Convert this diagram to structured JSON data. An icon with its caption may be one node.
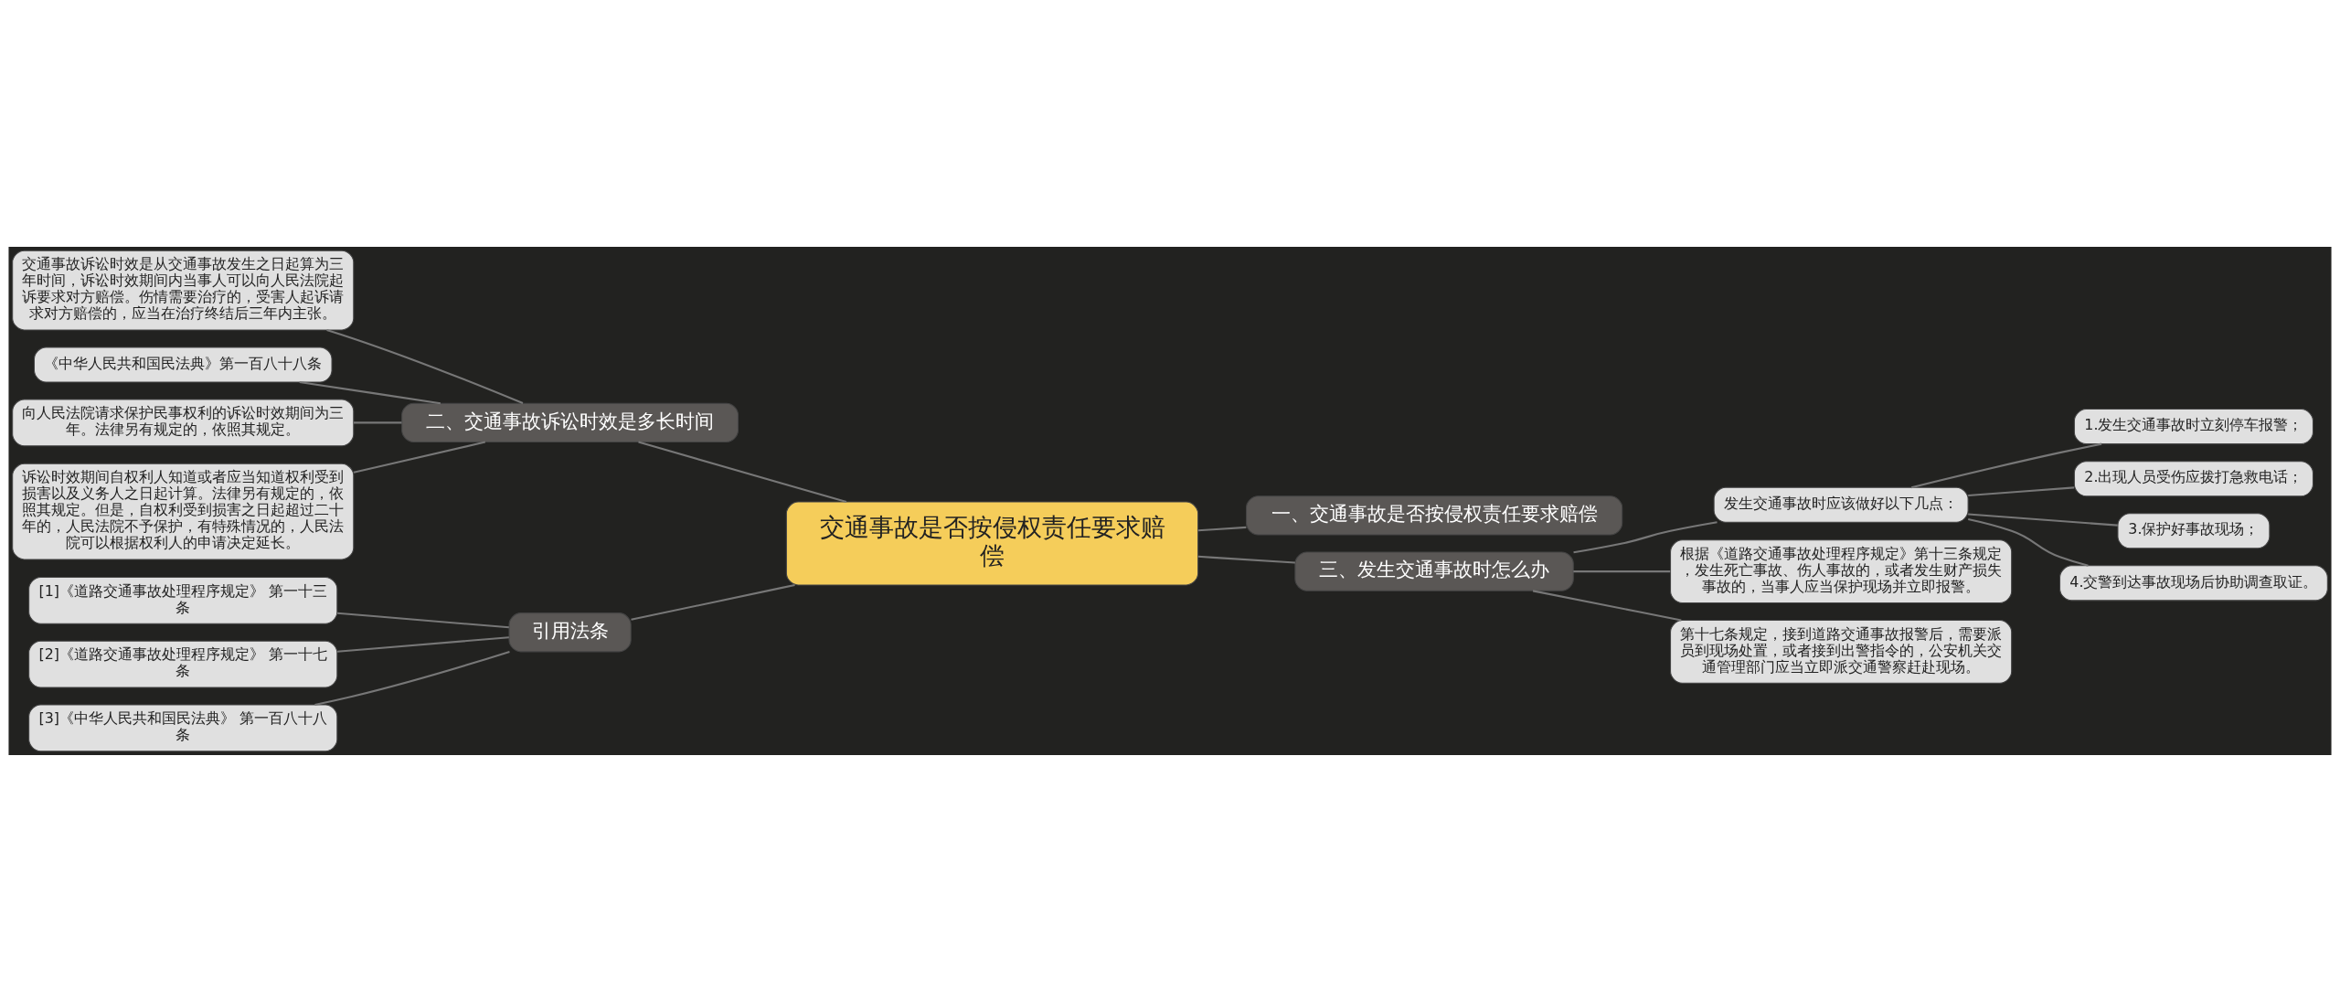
{
  "diagram": {
    "nodes": [
      {
        "text": [
          "交通事故是否按侵权责任要求赔偿"
        ]
      },
      {
        "text": [
          "二、交通事故诉讼时效是多长时间"
        ]
      },
      {
        "text": [
          "交通事故诉讼时效是从交通事故发生之日起算为三年时间，诉讼时效期间内当事人可以向人民法院起诉要求对方赔偿。伤情需要治疗的，受害人起诉请求对方赔偿的，应当在治疗终结后三年内主张。"
        ]
      },
      {
        "text": [
          "《中华人民共和国民法典》第一百八十八条"
        ]
      },
      {
        "text": [
          "向人民法院请求保护民事权利的诉讼时效期间为三年。法律另有规定的，依照其规定。"
        ]
      },
      {
        "text": [
          "诉讼时效期间自权利人知道或者应当知道权利受到损害以及义务人之日起计算。法律另有规定的，依照其规定。但是，自权利受到损害之日起超过二十年的，人民法院不予保护，有特殊情况的，人民法院可以根据权利人的申请决定延长。"
        ]
      },
      {
        "text": [
          "一、交通事故是否按侵权责任要求赔偿"
        ]
      },
      {
        "text": [
          "引用法条"
        ]
      },
      {
        "text": [
          "[1]《道路交通事故处理程序规定》 第一十三条"
        ]
      },
      {
        "text": [
          "[2]《道路交通事故处理程序规定》 第一十七条"
        ]
      },
      {
        "text": [
          "[3]《中华人民共和国民法典》 第一百八十八条"
        ]
      },
      {
        "text": [
          "三、发生交通事故时怎么办"
        ]
      },
      {
        "text": [
          "发生交通事故时应该做好以下几点："
        ]
      },
      {
        "text": [
          "1.发生交通事故时立刻停车报警；"
        ]
      },
      {
        "text": [
          "2.出现人员受伤应拨打急救电话；"
        ]
      },
      {
        "text": [
          "3.保护好事故现场；"
        ]
      },
      {
        "text": [
          "4.交警到达事故现场后协助调查取证。"
        ]
      },
      {
        "text": [
          "根据《道路交通事故处理程序规定》第十三条规定，发生死亡事故、伤人事故的，或者发生财产损失事故的，当事人应当保护现场并立即报警。"
        ]
      },
      {
        "text": [
          "第十七条规定，接到道路交通事故报警后，需要派员到现场处置，或者接到出警指令的，公安机关交通管理部门应当立即派交通警察赶赴现场。"
        ]
      }
    ],
    "edges": [
      {
        "from": 0,
        "to": 1,
        "arrow": "none"
      },
      {
        "from": 1,
        "to": 2,
        "arrow": "none"
      },
      {
        "from": 1,
        "to": 3,
        "arrow": "none"
      },
      {
        "from": 1,
        "to": 4,
        "arrow": "none"
      },
      {
        "from": 1,
        "to": 5,
        "arrow": "none"
      },
      {
        "from": 0,
        "to": 6,
        "arrow": "none"
      },
      {
        "from": 0,
        "to": 7,
        "arrow": "none"
      },
      {
        "from": 7,
        "to": 8,
        "arrow": "none"
      },
      {
        "from": 7,
        "to": 9,
        "arrow": "none"
      },
      {
        "from": 7,
        "to": 10,
        "arrow": "none"
      },
      {
        "from": 0,
        "to": 11,
        "arrow": "none"
      },
      {
        "from": 11,
        "to": 12,
        "arrow": "none"
      },
      {
        "from": 12,
        "to": 13,
        "arrow": "none"
      },
      {
        "from": 12,
        "to": 14,
        "arrow": "none"
      },
      {
        "from": 12,
        "to": 15,
        "arrow": "none"
      },
      {
        "from": 12,
        "to": 16,
        "arrow": "none"
      },
      {
        "from": 11,
        "to": 17,
        "arrow": "none"
      },
      {
        "from": 11,
        "to": 18,
        "arrow": "none"
      }
    ]
  }
}
